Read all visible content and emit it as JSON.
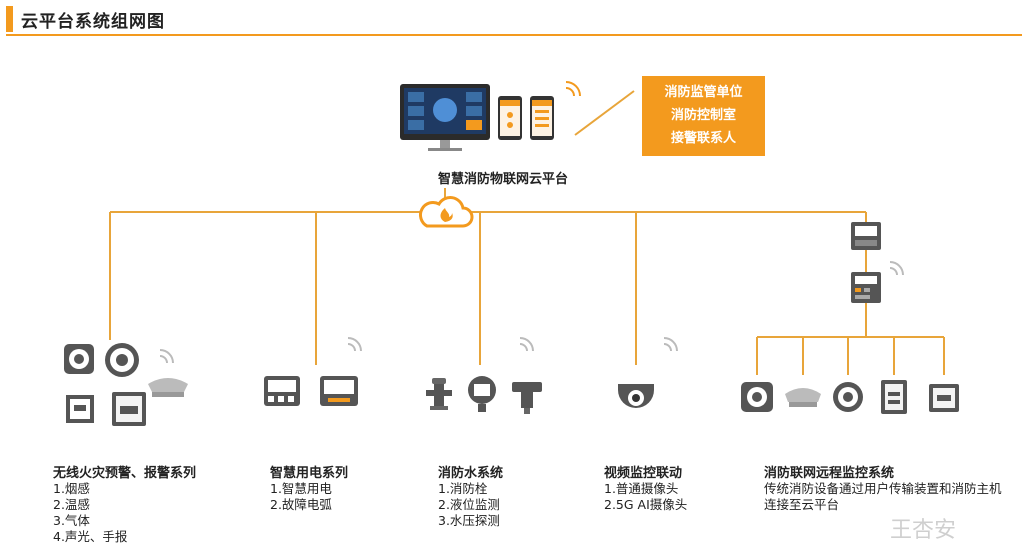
{
  "title": "云平台系统组网图",
  "platform": {
    "label": "智慧消防物联网云平台"
  },
  "monitor_box": {
    "lines": [
      "消防监管单位",
      "消防控制室",
      "接警联系人"
    ]
  },
  "systems": [
    {
      "title": "无线火灾预警、报警系列",
      "items": [
        "1.烟感",
        "2.温感",
        "3.气体",
        "4.声光、手报"
      ]
    },
    {
      "title": "智慧用电系列",
      "items": [
        "1.智慧用电",
        "2.故障电弧"
      ]
    },
    {
      "title": "消防水系统",
      "items": [
        "1.消防栓",
        "2.液位监测",
        "3.水压探测"
      ]
    },
    {
      "title": "视频监控联动",
      "items": [
        "1.普通摄像头",
        "2.5G AI摄像头"
      ]
    },
    {
      "title": "消防联网远程监控系统",
      "items": [
        "传统消防设备通过用户传输装置和消防主机",
        "连接至云平台"
      ]
    }
  ],
  "watermark": "王杏安",
  "colors": {
    "accent": "#F39A1E",
    "line": "#E8A53A",
    "device": "#555555"
  }
}
